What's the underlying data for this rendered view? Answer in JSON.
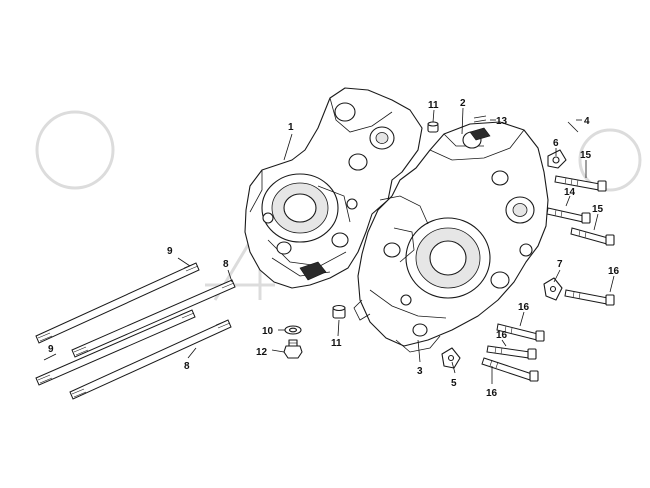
{
  "callouts": [
    {
      "id": "1",
      "label": "1"
    },
    {
      "id": "2",
      "label": "2"
    },
    {
      "id": "3",
      "label": "3"
    },
    {
      "id": "4",
      "label": "4"
    },
    {
      "id": "5",
      "label": "5"
    },
    {
      "id": "6",
      "label": "6"
    },
    {
      "id": "7",
      "label": "7"
    },
    {
      "id": "8a",
      "label": "8"
    },
    {
      "id": "8b",
      "label": "8"
    },
    {
      "id": "9a",
      "label": "9"
    },
    {
      "id": "9b",
      "label": "9"
    },
    {
      "id": "10",
      "label": "10"
    },
    {
      "id": "11a",
      "label": "11"
    },
    {
      "id": "11b",
      "label": "11"
    },
    {
      "id": "12",
      "label": "12"
    },
    {
      "id": "13",
      "label": "13"
    },
    {
      "id": "14",
      "label": "14"
    },
    {
      "id": "15a",
      "label": "15"
    },
    {
      "id": "15b",
      "label": "15"
    },
    {
      "id": "16a",
      "label": "16"
    },
    {
      "id": "16b",
      "label": "16"
    },
    {
      "id": "16c",
      "label": "16"
    },
    {
      "id": "16d",
      "label": "16"
    }
  ],
  "colors": {
    "line": "#1a1a1a",
    "background": "#ffffff",
    "watermark": "#9a9a9a"
  }
}
